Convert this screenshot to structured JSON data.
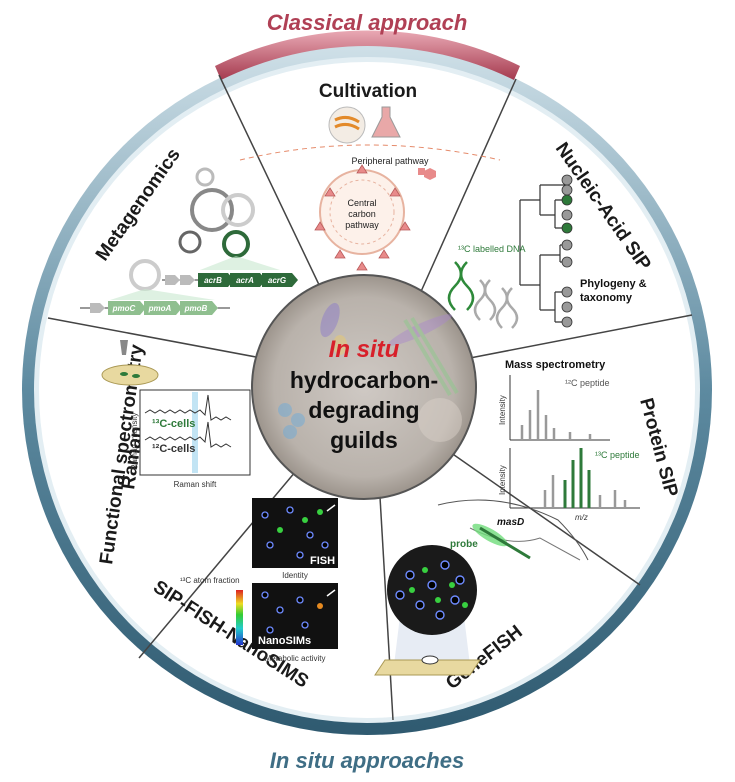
{
  "outer_band": {
    "top_label": "Classical approach",
    "bottom_label": "In situ approaches",
    "top_color": "#b04055",
    "bottom_color": "#3f6e85"
  },
  "center": {
    "line1": "In situ",
    "line2": "hydrocarbon-",
    "line3": "degrading",
    "line4": "guilds",
    "accent_color": "#d8202a"
  },
  "segments": {
    "cultivation": {
      "title": "Cultivation",
      "peripheral": "Peripheral pathway",
      "central_1": "Central",
      "central_2": "carbon",
      "central_3": "pathway"
    },
    "nucleic_acid_sip": {
      "title": "Nucleic-Acid SIP",
      "labelled_dna": "¹³C labelled DNA",
      "phylogeny_1": "Phylogeny &",
      "phylogeny_2": "taxonomy"
    },
    "protein_sip": {
      "title": "Protein SIP",
      "mass_spec": "Mass spectrometry",
      "peptide_12c": "¹²C peptide",
      "peptide_13c": "¹³C peptide",
      "intensity": "Intensity",
      "mz": "m/z"
    },
    "genefish": {
      "title": "GeneFISH",
      "probe": "probe",
      "gene": "masD"
    },
    "sip_fish_nanosims": {
      "title": "SIP-FISH-NanoSIMS",
      "fish": "FISH",
      "identity": "Identity",
      "nanosims": "NanoSIMs",
      "metabolic": "Metabolic activity",
      "atom_fraction": "¹³C atom fraction"
    },
    "raman": {
      "title_1": "Functional spectrometry",
      "title_2": "Raman",
      "cells_13c": "¹³C-cells",
      "cells_12c": "¹²C-cells",
      "intensity": "Raman intensity",
      "shift": "Raman shift"
    },
    "metagenomics": {
      "title": "Metagenomics",
      "genes_top": [
        "acrB",
        "acrA",
        "acrG"
      ],
      "genes_bottom": [
        "pmoC",
        "pmoA",
        "pmoB"
      ]
    }
  }
}
